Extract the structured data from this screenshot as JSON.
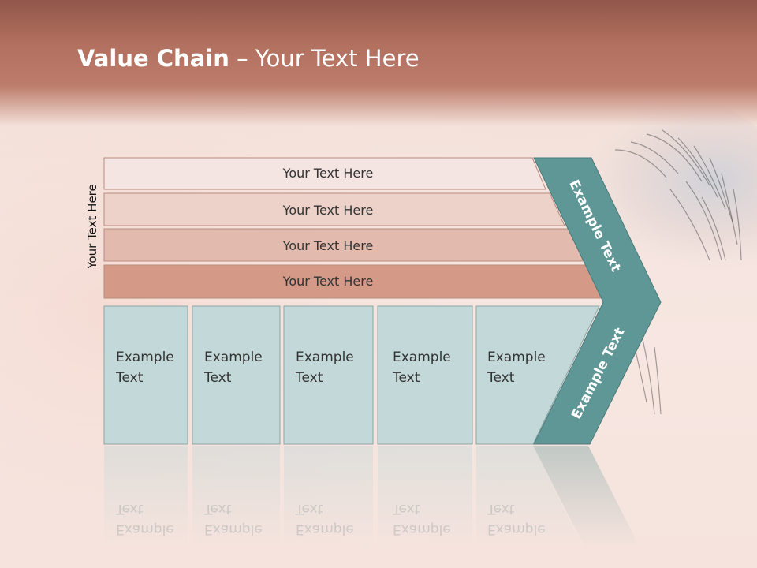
{
  "title": {
    "bold": "Value Chain",
    "rest": " – Your Text Here"
  },
  "side_label": "Your Text Here",
  "bars": [
    {
      "label": "Your Text Here",
      "fill": "#f5e5e2"
    },
    {
      "label": "Your Text Here",
      "fill": "#ecd2c9"
    },
    {
      "label": "Your Text Here",
      "fill": "#e2bbae"
    },
    {
      "label": "Your Text Here",
      "fill": "#d49a87"
    }
  ],
  "columns": [
    {
      "line1": "Example",
      "line2": "Text"
    },
    {
      "line1": "Example",
      "line2": "Text"
    },
    {
      "line1": "Example",
      "line2": "Text"
    },
    {
      "line1": "Example",
      "line2": "Text"
    },
    {
      "line1": "Example",
      "line2": "Text"
    }
  ],
  "chevron": {
    "upper_label": "Example Text",
    "lower_label": "Example Text",
    "color": "#5f9696"
  },
  "colors": {
    "title_band": "#b47463",
    "column_fill": "#c3d8d8",
    "column_stroke": "#8aa6a6"
  }
}
